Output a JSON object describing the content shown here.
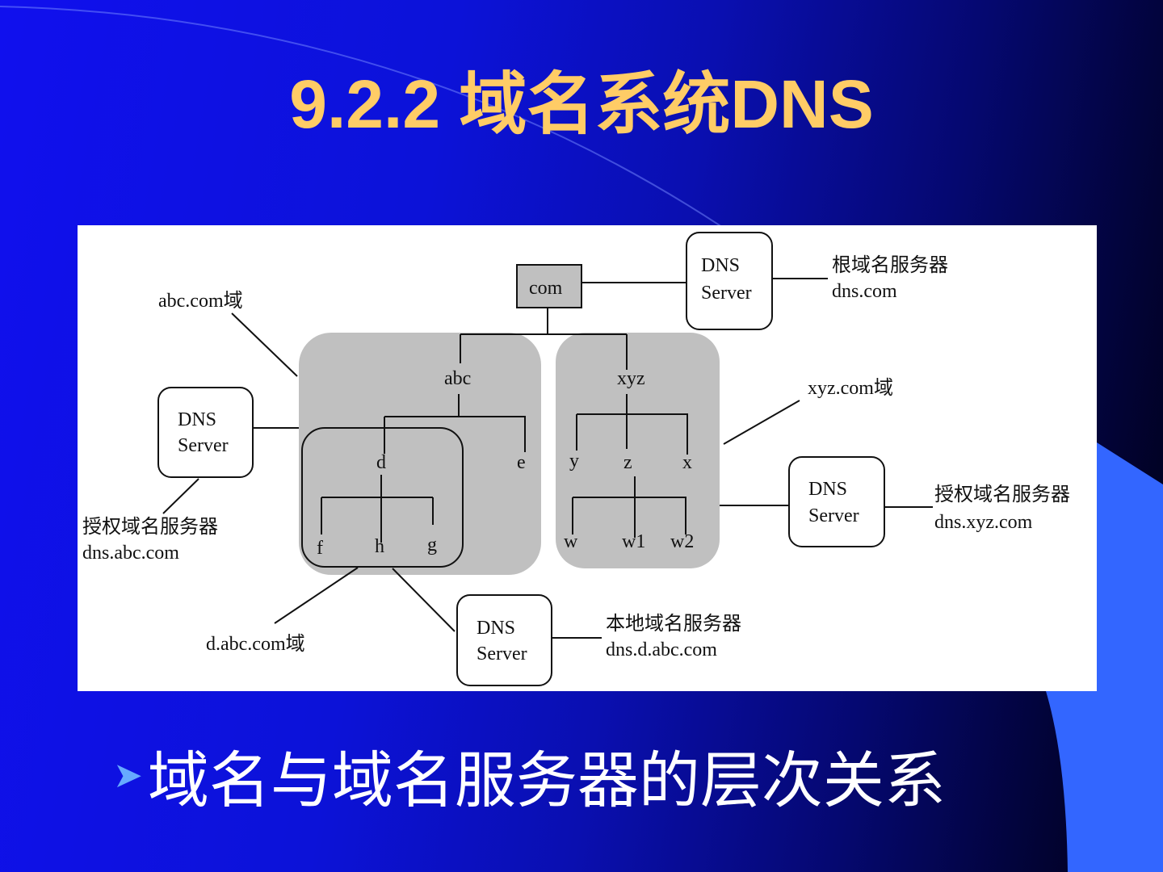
{
  "title": "9.2.2  域名系统DNS",
  "diagram": {
    "com": "com",
    "abc": "abc",
    "xyz": "xyz",
    "d": "d",
    "e": "e",
    "f": "f",
    "h": "h",
    "g": "g",
    "y": "y",
    "z": "z",
    "x": "x",
    "w": "w",
    "w1": "w1",
    "w2": "w2",
    "dns": "DNS",
    "server": "Server",
    "root_label": "根域名服务器",
    "root_host": "dns.com",
    "abc_domain": "abc.com域",
    "xyz_domain": "xyz.com域",
    "d_domain": "d.abc.com域",
    "auth_label": "授权域名服务器",
    "abc_host": "dns.abc.com",
    "xyz_host": "dns.xyz.com",
    "local_label": "本地域名服务器",
    "local_host": "dns.d.abc.com"
  },
  "bullet": "域名与域名服务器的层次关系"
}
